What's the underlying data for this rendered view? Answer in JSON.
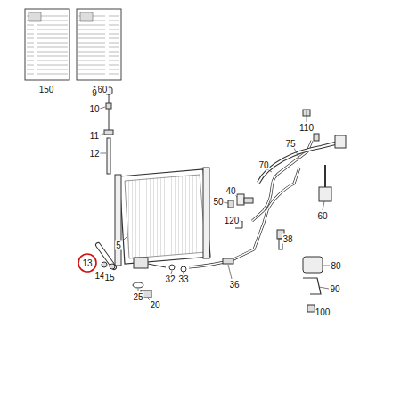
{
  "diagram": {
    "labels": [
      "150",
      "160",
      "9",
      "10",
      "11",
      "12",
      "5",
      "13",
      "14",
      "15",
      "20",
      "25",
      "32",
      "33",
      "36",
      "38",
      "120",
      "50",
      "40",
      "70",
      "75",
      "110",
      "60",
      "80",
      "90",
      "100"
    ]
  }
}
